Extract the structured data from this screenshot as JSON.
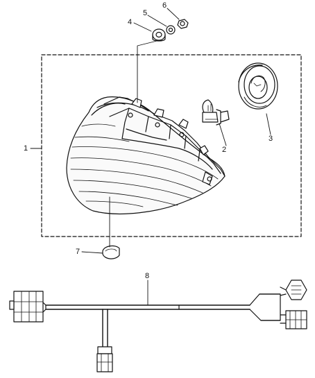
{
  "diagram": {
    "callouts": [
      {
        "id": "c1",
        "label": "1"
      },
      {
        "id": "c2",
        "label": "2"
      },
      {
        "id": "c3",
        "label": "3"
      },
      {
        "id": "c4",
        "label": "4"
      },
      {
        "id": "c5",
        "label": "5"
      },
      {
        "id": "c6",
        "label": "6"
      },
      {
        "id": "c7",
        "label": "7"
      },
      {
        "id": "c8",
        "label": "8"
      }
    ],
    "colors": {
      "line": "#111111",
      "background": "#ffffff"
    }
  }
}
